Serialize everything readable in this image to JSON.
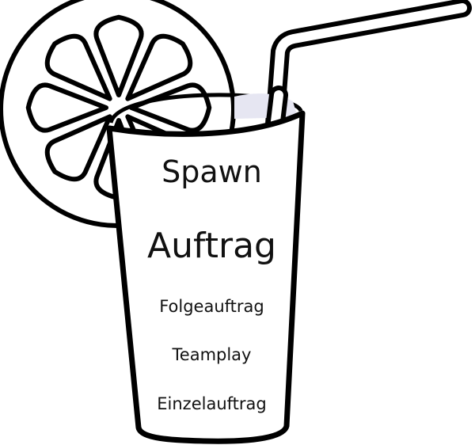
{
  "menu": {
    "title": "Spawn",
    "subtitle": "Auftrag",
    "items": [
      {
        "label": "Folgeauftrag"
      },
      {
        "label": "Teamplay"
      },
      {
        "label": "Einzelauftrag"
      }
    ]
  },
  "icons": {
    "glass": "drink-glass-icon",
    "lemon": "lemon-slice-icon",
    "straw": "straw-icon"
  },
  "colors": {
    "outline": "#000000",
    "fill": "#ffffff",
    "drink_surface": "#e6e6f2"
  }
}
